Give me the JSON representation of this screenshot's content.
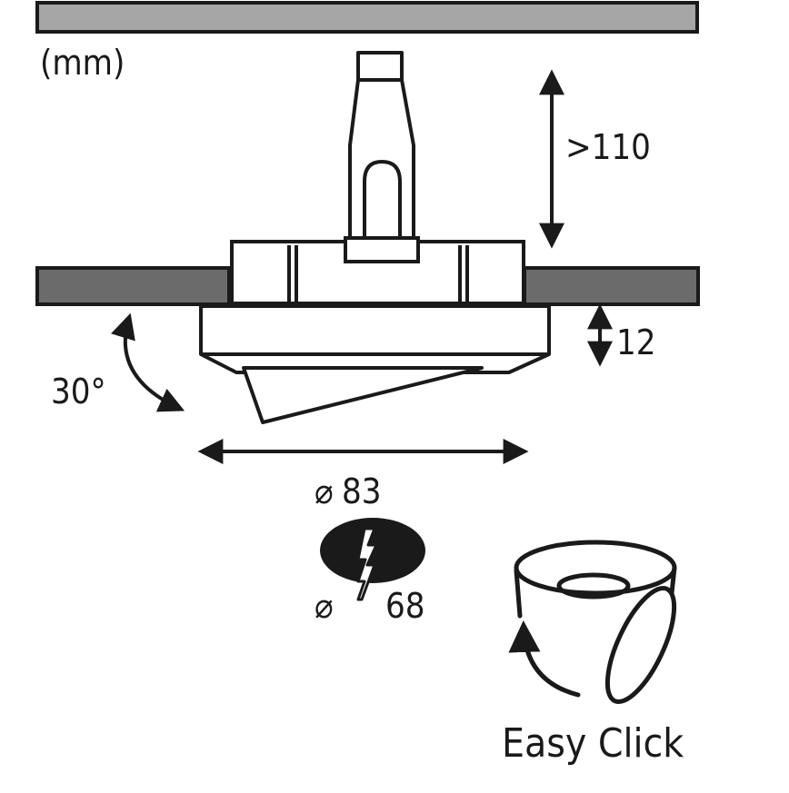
{
  "units_label": "(mm)",
  "dimensions": {
    "height_clearance": ">110",
    "depth": "12",
    "tilt_angle": "30°",
    "outer_diameter_symbol": "⌀",
    "outer_diameter_value": "83",
    "cutout_diameter_symbol": "⌀",
    "cutout_diameter_value": "68"
  },
  "feature_label": "Easy Click",
  "colors": {
    "ceiling": "#a6a6a6",
    "panel": "#6b6b6b",
    "outline": "#1a1a1a",
    "background": "#ffffff"
  }
}
